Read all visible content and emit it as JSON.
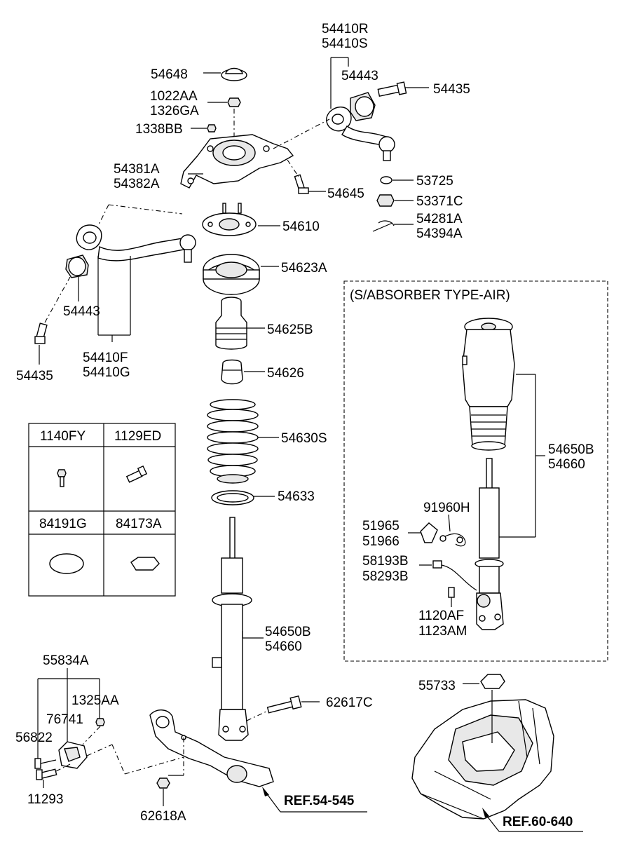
{
  "labels": {
    "p54410R": "54410R",
    "p54410S": "54410S",
    "p54648": "54648",
    "p54443_top": "54443",
    "p54435_top": "54435",
    "p1022AA": "1022AA",
    "p1326GA": "1326GA",
    "p1338BB": "1338BB",
    "p54381A": "54381A",
    "p54382A": "54382A",
    "p53725": "53725",
    "p54645": "54645",
    "p53371C": "53371C",
    "p54281A": "54281A",
    "p54394A": "54394A",
    "p54610": "54610",
    "p54623A": "54623A",
    "p54443_left": "54443",
    "p54625B": "54625B",
    "p54410F": "54410F",
    "p54410G": "54410G",
    "p54435_left": "54435",
    "p54626": "54626",
    "p54630S": "54630S",
    "p54633": "54633",
    "p54650B": "54650B",
    "p54660": "54660",
    "p55834A": "55834A",
    "p1325AA": "1325AA",
    "p76741": "76741",
    "p56822": "56822",
    "p62617C": "62617C",
    "p11293": "11293",
    "p62618A": "62618A",
    "ref_54545": "REF.54-545",
    "air_title": "(S/ABSORBER TYPE-AIR)",
    "air_54650B": "54650B",
    "air_54660": "54660",
    "p91960H": "91960H",
    "p51965": "51965",
    "p51966": "51966",
    "p58193B": "58193B",
    "p58293B": "58293B",
    "p1120AF": "1120AF",
    "p1123AM": "1123AM",
    "p55733": "55733",
    "ref_60640": "REF.60-640"
  },
  "fastener_table": {
    "row1": [
      "1140FY",
      "1129ED"
    ],
    "row2": [
      "84191G",
      "84173A"
    ]
  },
  "colors": {
    "line": "#000000",
    "background": "#ffffff",
    "part_fill": "#ffffff",
    "part_shade": "#e8e8e8"
  }
}
